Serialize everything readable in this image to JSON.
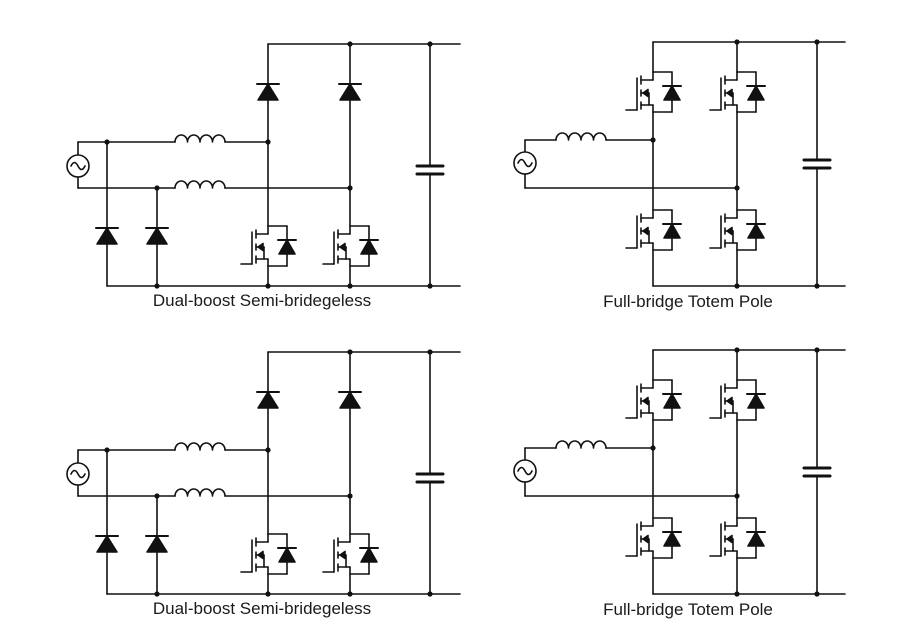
{
  "panels": [
    {
      "id": "p1",
      "caption": "Dual-boost Semi-bridegeless"
    },
    {
      "id": "p2",
      "caption": "Full-bridge Totem Pole"
    },
    {
      "id": "p3",
      "caption": "Dual-boost Semi-bridegeless"
    },
    {
      "id": "p4",
      "caption": "Full-bridge Totem Pole"
    }
  ],
  "colors": {
    "wire": "#111111",
    "background": "#ffffff"
  },
  "symbols": {
    "source": "ac-source-icon",
    "inductor": "inductor-icon",
    "diode": "diode-icon",
    "mosfet": "mosfet-icon",
    "capacitor": "capacitor-icon"
  }
}
